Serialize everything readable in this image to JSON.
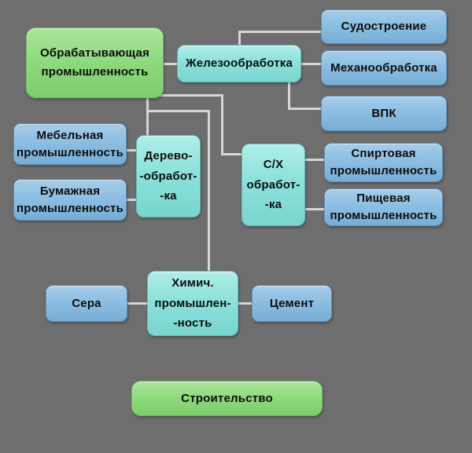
{
  "diagram": {
    "type": "hierarchy-flowchart",
    "language": "ru"
  },
  "colors": {
    "background": "#6e6e6e",
    "connector": "#d6d6d6",
    "node_green": "#8bd77a",
    "node_cyan": "#8ce1db",
    "node_blue": "#8abde0",
    "text": "#0c0c0c"
  },
  "nodes": {
    "manufacturing": {
      "label": "Обрабатывающая\nпромышленность",
      "color": "green"
    },
    "metalworking": {
      "label": "Железообработка",
      "color": "cyan"
    },
    "shipbuilding": {
      "label": "Судостроение",
      "color": "blue"
    },
    "machining": {
      "label": "Механообработка",
      "color": "blue"
    },
    "military": {
      "label": "ВПК",
      "color": "blue"
    },
    "furniture": {
      "label": "Мебельная\nпромышленность",
      "color": "blue"
    },
    "paper": {
      "label": "Бумажная\nпромышленность",
      "color": "blue"
    },
    "woodworking": {
      "label": "Дерево-\n-обработ-\n-ка",
      "color": "cyan"
    },
    "agriprocessing": {
      "label": "С/Х\nобработ-\n-ка",
      "color": "cyan"
    },
    "alcohol": {
      "label": "Спиртовая\nпромышленность",
      "color": "blue"
    },
    "food": {
      "label": "Пищевая\nпромышленность",
      "color": "blue"
    },
    "sulfur": {
      "label": "Сера",
      "color": "blue"
    },
    "chemical": {
      "label": "Химич.\nпромышлен-\n-ность",
      "color": "cyan"
    },
    "cement": {
      "label": "Цемент",
      "color": "blue"
    },
    "construction": {
      "label": "Строительство",
      "color": "green"
    }
  },
  "edges": [
    {
      "from": "manufacturing",
      "to": "metalworking"
    },
    {
      "from": "metalworking",
      "to": "shipbuilding"
    },
    {
      "from": "metalworking",
      "to": "machining"
    },
    {
      "from": "metalworking",
      "to": "military"
    },
    {
      "from": "manufacturing",
      "to": "woodworking"
    },
    {
      "from": "furniture",
      "to": "woodworking"
    },
    {
      "from": "paper",
      "to": "woodworking"
    },
    {
      "from": "manufacturing",
      "to": "agriprocessing"
    },
    {
      "from": "agriprocessing",
      "to": "alcohol"
    },
    {
      "from": "agriprocessing",
      "to": "food"
    },
    {
      "from": "manufacturing",
      "to": "chemical"
    },
    {
      "from": "sulfur",
      "to": "chemical"
    },
    {
      "from": "chemical",
      "to": "cement"
    }
  ]
}
